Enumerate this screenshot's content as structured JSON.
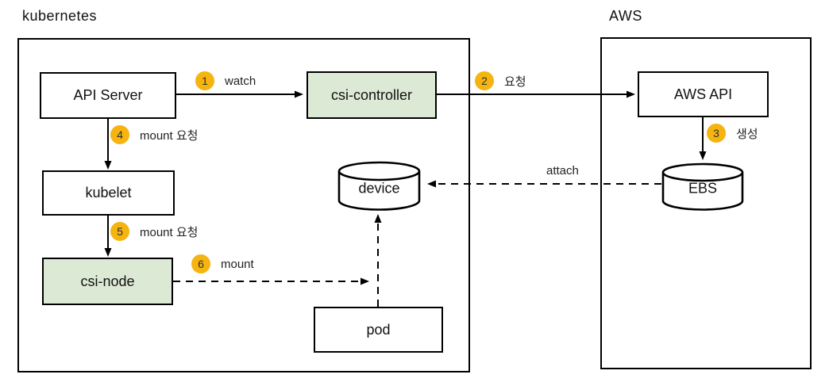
{
  "diagram": {
    "containers": [
      {
        "id": "kubernetes",
        "label": "kubernetes"
      },
      {
        "id": "aws",
        "label": "AWS"
      }
    ],
    "nodes": [
      {
        "id": "api-server",
        "label": "API Server",
        "type": "box",
        "fill": "#ffffff"
      },
      {
        "id": "csi-controller",
        "label": "csi-controller",
        "type": "box",
        "fill": "#dce9d4"
      },
      {
        "id": "kubelet",
        "label": "kubelet",
        "type": "box",
        "fill": "#ffffff"
      },
      {
        "id": "csi-node",
        "label": "csi-node",
        "type": "box",
        "fill": "#dce9d4"
      },
      {
        "id": "device",
        "label": "device",
        "type": "cylinder",
        "fill": "#ffffff"
      },
      {
        "id": "pod",
        "label": "pod",
        "type": "box",
        "fill": "#ffffff"
      },
      {
        "id": "aws-api",
        "label": "AWS API",
        "type": "box",
        "fill": "#ffffff"
      },
      {
        "id": "ebs",
        "label": "EBS",
        "type": "cylinder",
        "fill": "#ffffff"
      }
    ],
    "edges": [
      {
        "step": "1",
        "label": "watch",
        "from": "api-server",
        "to": "csi-controller",
        "style": "solid"
      },
      {
        "step": "2",
        "label": "요청",
        "from": "csi-controller",
        "to": "aws-api",
        "style": "solid"
      },
      {
        "step": "3",
        "label": "생성",
        "from": "aws-api",
        "to": "ebs",
        "style": "solid"
      },
      {
        "step": "4",
        "label": "mount 요청",
        "from": "api-server",
        "to": "kubelet",
        "style": "solid"
      },
      {
        "step": "5",
        "label": "mount 요청",
        "from": "kubelet",
        "to": "csi-node",
        "style": "solid"
      },
      {
        "step": "6",
        "label": "mount",
        "from": "csi-node",
        "to": "device",
        "style": "dashed"
      },
      {
        "step": "",
        "label": "attach",
        "from": "ebs",
        "to": "device",
        "style": "dashed"
      },
      {
        "step": "",
        "label": "",
        "from": "pod",
        "to": "device",
        "style": "dashed"
      }
    ],
    "colors": {
      "badge": "#f5b40f",
      "green_fill": "#dce9d4",
      "line": "#000000",
      "background": "#ffffff"
    }
  }
}
